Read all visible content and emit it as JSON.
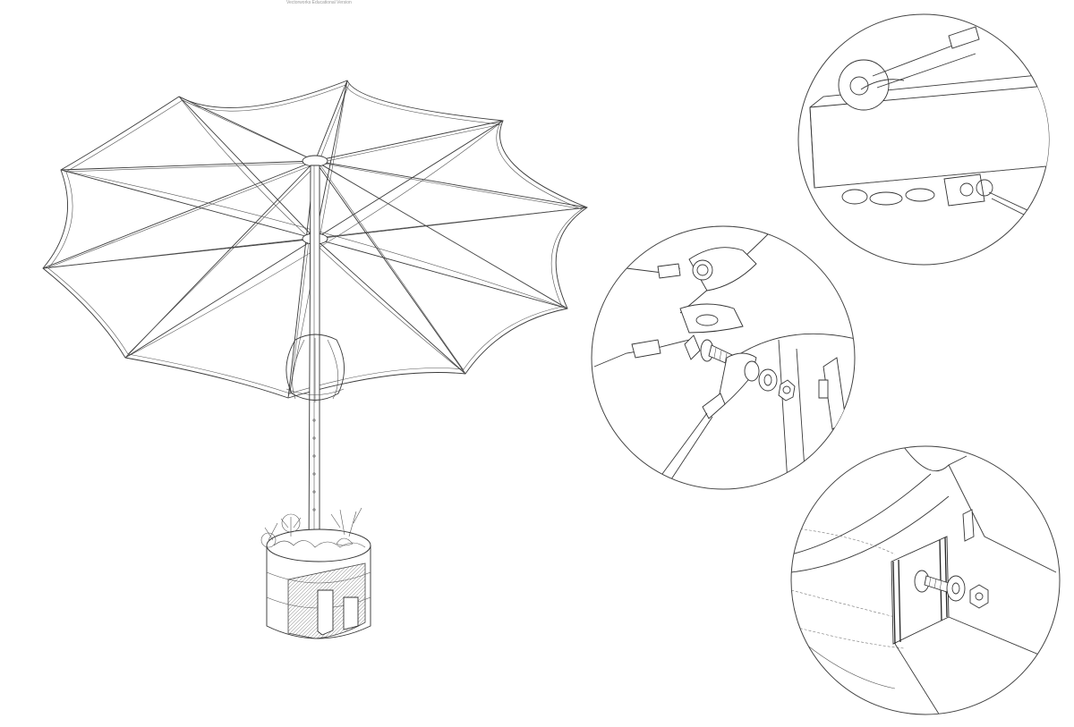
{
  "watermark": {
    "text": "Vectorworks Educational Version"
  },
  "drawing": {
    "subject": "umbrella-planter-assembly",
    "details": [
      "pulley-detail",
      "bolt-cable-detail",
      "planter-strap-detail"
    ]
  }
}
